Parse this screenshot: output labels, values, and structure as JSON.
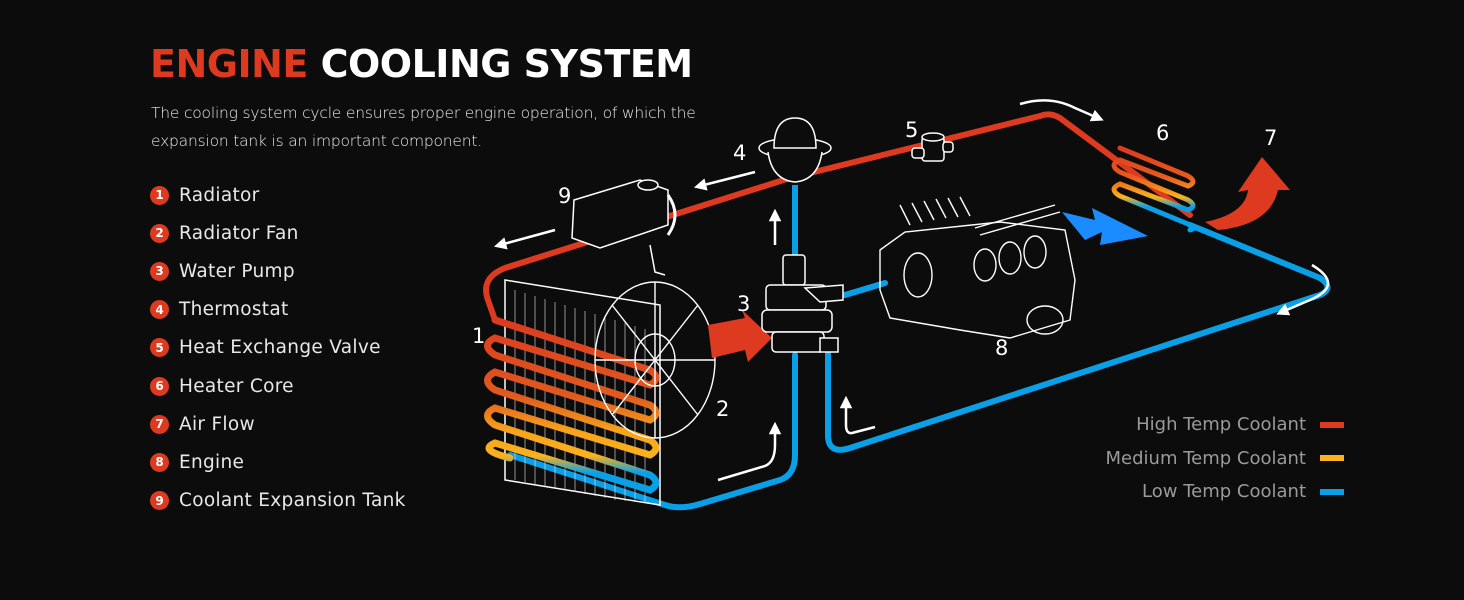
{
  "header": {
    "title_accent": "ENGINE",
    "title_rest": "COOLING SYSTEM",
    "subtitle": "The cooling system cycle ensures proper engine operation, of which the expansion tank is an important component."
  },
  "parts": [
    {
      "number": "1",
      "label": "Radiator"
    },
    {
      "number": "2",
      "label": "Radiator Fan"
    },
    {
      "number": "3",
      "label": "Water Pump"
    },
    {
      "number": "4",
      "label": "Thermostat"
    },
    {
      "number": "5",
      "label": "Heat Exchange Valve"
    },
    {
      "number": "6",
      "label": "Heater Core"
    },
    {
      "number": "7",
      "label": "Air Flow"
    },
    {
      "number": "8",
      "label": "Engine"
    },
    {
      "number": "9",
      "label": "Coolant Expansion Tank"
    }
  ],
  "legend": [
    {
      "label": "High Temp Coolant",
      "color": "#dd3a1f"
    },
    {
      "label": "Medium Temp Coolant",
      "color": "#fbb21c"
    },
    {
      "label": "Low Temp Coolant",
      "color": "#0aa0e8"
    }
  ],
  "diagram_labels": {
    "radiator": "1",
    "fan": "2",
    "pump": "3",
    "thermostat": "4",
    "valve": "5",
    "heater_core": "6",
    "air_flow": "7",
    "engine": "8",
    "tank": "9"
  },
  "colors": {
    "high": "#dd3a1f",
    "medium": "#fbb21c",
    "low": "#0aa0e8",
    "airflow_in": "#1a8cff",
    "background": "#0c0c0c"
  }
}
